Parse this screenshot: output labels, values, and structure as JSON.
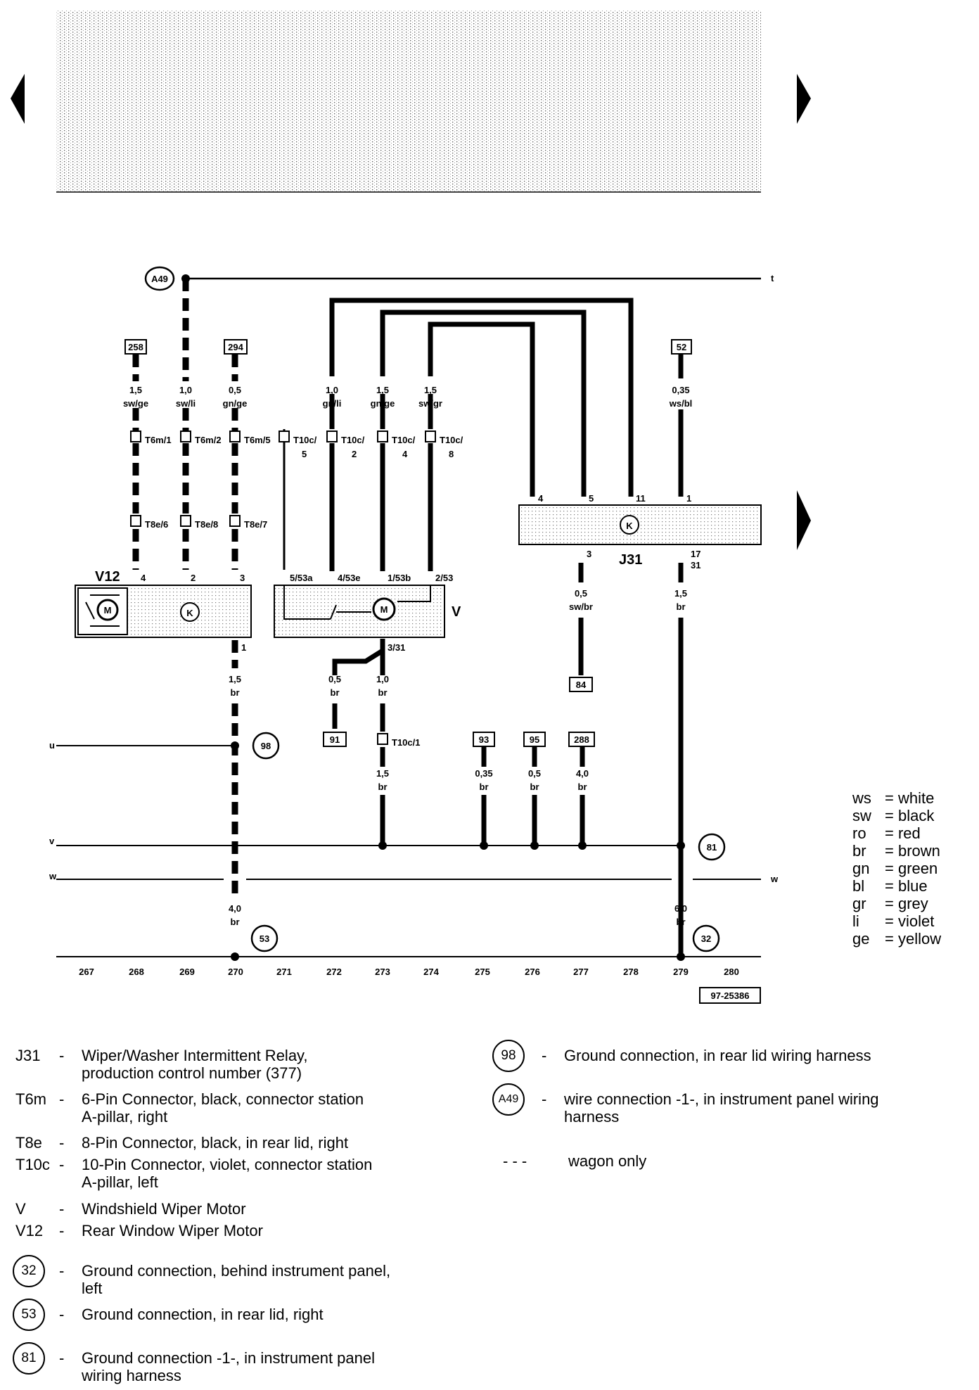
{
  "nav": {
    "prev_label": "previous page",
    "next_label": "next page"
  },
  "diagram": {
    "top_labels": {
      "t": "t",
      "u": "u",
      "v": "v",
      "w": "w",
      "w_right": "w"
    },
    "refs": {
      "r258": "258",
      "r294": "294",
      "r52": "52",
      "r84": "84",
      "r91": "91",
      "r93": "93",
      "r95": "95",
      "r288": "288"
    },
    "circles": {
      "A49": "A49",
      "c98": "98",
      "c81": "81",
      "c53": "53",
      "c32": "32"
    },
    "wires": {
      "w258_size": "1,5",
      "w258_color": "sw/ge",
      "wA49_size": "1,0",
      "wA49_color": "sw/li",
      "w294_size": "0,5",
      "w294_color": "gn/ge",
      "wg_size": "1,0",
      "wg_color": "gn/li",
      "wh_size": "1,5",
      "wh_color": "gn/ge",
      "wi_size": "1,5",
      "wi_color": "sw/gr",
      "w52_size": "0,35",
      "w52_color": "ws/bl",
      "w84_size": "0,5",
      "w84_color": "sw/br",
      "wj31_size": "1,5",
      "wj31_color": "br",
      "wv12_size": "1,5",
      "wv12_color": "br",
      "wv_a_size": "0,5",
      "wv_a_color": "br",
      "wv_b_size": "1,0",
      "wv_b_color": "br",
      "wt10_size": "1,5",
      "wt10_color": "br",
      "w93_size": "0,35",
      "w93_color": "br",
      "w95_size": "0,5",
      "w95_color": "br",
      "w288_size": "4,0",
      "w288_color": "br",
      "w53_size": "4,0",
      "w53_color": "br",
      "w32_size": "6,0",
      "w32_color": "br"
    },
    "connectors": {
      "t6m1": "T6m/1",
      "t6m2": "T6m/2",
      "t6m5": "T6m/5",
      "t10c5a": "T10c/",
      "t10c5b": "5",
      "t10c2a": "T10c/",
      "t10c2b": "2",
      "t10c4a": "T10c/",
      "t10c4b": "4",
      "t10c8a": "T10c/",
      "t10c8b": "8",
      "t8e6": "T8e/6",
      "t8e8": "T8e/8",
      "t8e7": "T8e/7",
      "t10c1": "T10c/1"
    },
    "components": {
      "V12": "V12",
      "V": "V",
      "J31": "J31"
    },
    "pins": {
      "v12_4": "4",
      "v12_2": "2",
      "v12_3": "3",
      "v12_1": "1",
      "v_5": "5/53a",
      "v_4": "4/53e",
      "v_1": "1/53b",
      "v_2": "2/53",
      "v_3": "3/31",
      "j_4": "4",
      "j_5": "5",
      "j_11": "11",
      "j_1": "1",
      "j_3": "3",
      "j_17": "17",
      "j_31": "31"
    },
    "columns": [
      "267",
      "268",
      "269",
      "270",
      "271",
      "272",
      "273",
      "274",
      "275",
      "276",
      "277",
      "278",
      "279",
      "280"
    ],
    "doc_number": "97-25386"
  },
  "color_legend": [
    {
      "code": "ws",
      "name": "white"
    },
    {
      "code": "sw",
      "name": "black"
    },
    {
      "code": "ro",
      "name": "red"
    },
    {
      "code": "br",
      "name": "brown"
    },
    {
      "code": "gn",
      "name": "green"
    },
    {
      "code": "bl",
      "name": "blue"
    },
    {
      "code": "gr",
      "name": "grey"
    },
    {
      "code": "li",
      "name": "violet"
    },
    {
      "code": "ge",
      "name": "yellow"
    }
  ],
  "legend_left": [
    {
      "code": "J31",
      "line1": "Wiper/Washer Intermittent Relay,",
      "line2": "production control number (377)"
    },
    {
      "code": "T6m",
      "line1": "6-Pin Connector, black, connector station",
      "line2": "A-pillar, right"
    },
    {
      "code": "T8e",
      "line1": "8-Pin Connector, black, in rear lid, right",
      "line2": ""
    },
    {
      "code": "T10c",
      "line1": "10-Pin Connector, violet, connector station",
      "line2": "A-pillar, left"
    },
    {
      "code": "V",
      "line1": "Windshield Wiper Motor",
      "line2": ""
    },
    {
      "code": "V12",
      "line1": "Rear Window Wiper Motor",
      "line2": ""
    }
  ],
  "legend_grounds": [
    {
      "code": "32",
      "line1": "Ground connection, behind instrument panel,",
      "line2": "left"
    },
    {
      "code": "53",
      "line1": "Ground connection, in rear lid, right",
      "line2": ""
    },
    {
      "code": "81",
      "line1": "Ground connection -1-, in instrument panel",
      "line2": "wiring harness"
    }
  ],
  "legend_right": [
    {
      "code": "98",
      "line1": "Ground connection, in rear lid wiring harness",
      "line2": ""
    },
    {
      "code": "A49",
      "line1": "wire connection -1-, in instrument panel wiring",
      "line2": "harness"
    }
  ],
  "legend_dash": {
    "symbol": "- - -",
    "text": "wagon only"
  }
}
